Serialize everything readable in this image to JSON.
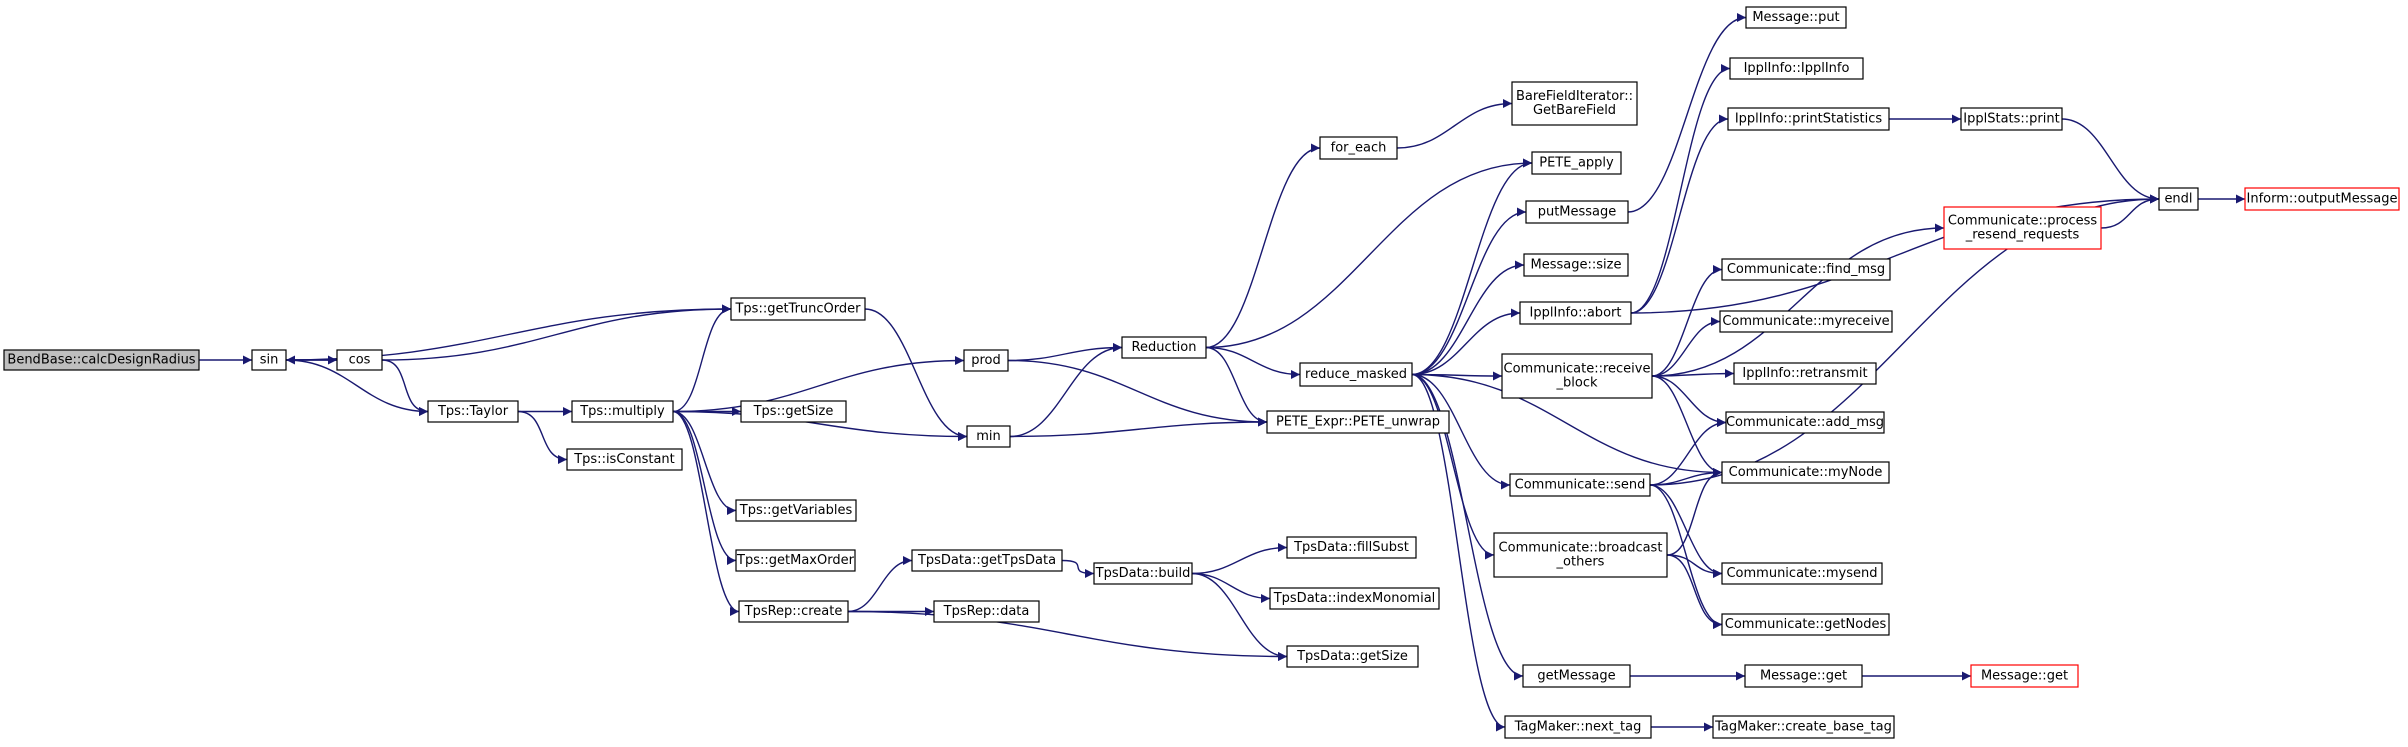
{
  "colors": {
    "edge": "#191970",
    "root_fill": "#bfbfbf",
    "highlight_border": "#ff0000",
    "node_border": "#000000"
  },
  "nodes": [
    {
      "id": "n0",
      "lines": [
        "BendBase::calcDesignRadius"
      ],
      "root": true
    },
    {
      "id": "n1",
      "lines": [
        "sin"
      ]
    },
    {
      "id": "n2",
      "lines": [
        "cos"
      ]
    },
    {
      "id": "n3",
      "lines": [
        "Tps::getTruncOrder"
      ]
    },
    {
      "id": "n4",
      "lines": [
        "Tps::Taylor"
      ]
    },
    {
      "id": "n5",
      "lines": [
        "Tps::multiply"
      ]
    },
    {
      "id": "n6",
      "lines": [
        "Tps::isConstant"
      ]
    },
    {
      "id": "n7",
      "lines": [
        "Tps::getSize"
      ]
    },
    {
      "id": "n8",
      "lines": [
        "Tps::getVariables"
      ]
    },
    {
      "id": "n9",
      "lines": [
        "Tps::getMaxOrder"
      ]
    },
    {
      "id": "n10",
      "lines": [
        "TpsRep::create"
      ]
    },
    {
      "id": "n11",
      "lines": [
        "prod"
      ]
    },
    {
      "id": "n12",
      "lines": [
        "min"
      ]
    },
    {
      "id": "n13",
      "lines": [
        "TpsData::getTpsData"
      ]
    },
    {
      "id": "n14",
      "lines": [
        "TpsRep::data"
      ]
    },
    {
      "id": "n15",
      "lines": [
        "TpsData::build"
      ]
    },
    {
      "id": "n16",
      "lines": [
        "TpsData::fillSubst"
      ]
    },
    {
      "id": "n17",
      "lines": [
        "TpsData::indexMonomial"
      ]
    },
    {
      "id": "n18",
      "lines": [
        "TpsData::getSize"
      ]
    },
    {
      "id": "n19",
      "lines": [
        "Reduction"
      ]
    },
    {
      "id": "n20",
      "lines": [
        "for_each"
      ]
    },
    {
      "id": "n21",
      "lines": [
        "BareFieldIterator::",
        "GetBareField"
      ]
    },
    {
      "id": "n22",
      "lines": [
        "reduce_masked"
      ]
    },
    {
      "id": "n23",
      "lines": [
        "PETE_Expr::PETE_unwrap"
      ]
    },
    {
      "id": "n24",
      "lines": [
        "PETE_apply"
      ]
    },
    {
      "id": "n25",
      "lines": [
        "putMessage"
      ]
    },
    {
      "id": "n26",
      "lines": [
        "Message::size"
      ]
    },
    {
      "id": "n27",
      "lines": [
        "IpplInfo::abort"
      ]
    },
    {
      "id": "n28",
      "lines": [
        "Communicate::receive",
        "_block"
      ]
    },
    {
      "id": "n29",
      "lines": [
        "Communicate::send"
      ]
    },
    {
      "id": "n30",
      "lines": [
        "Communicate::broadcast",
        "_others"
      ]
    },
    {
      "id": "n31",
      "lines": [
        "getMessage"
      ]
    },
    {
      "id": "n32",
      "lines": [
        "TagMaker::next_tag"
      ]
    },
    {
      "id": "n33",
      "lines": [
        "Message::put"
      ]
    },
    {
      "id": "n34",
      "lines": [
        "IpplInfo::IpplInfo"
      ]
    },
    {
      "id": "n35",
      "lines": [
        "IpplInfo::printStatistics"
      ]
    },
    {
      "id": "n36",
      "lines": [
        "IpplStats::print"
      ]
    },
    {
      "id": "n37",
      "lines": [
        "Communicate::process",
        "_resend_requests"
      ],
      "highlight": true
    },
    {
      "id": "n38",
      "lines": [
        "Communicate::find_msg"
      ]
    },
    {
      "id": "n39",
      "lines": [
        "Communicate::myreceive"
      ]
    },
    {
      "id": "n40",
      "lines": [
        "IpplInfo::retransmit"
      ]
    },
    {
      "id": "n41",
      "lines": [
        "Communicate::add_msg"
      ]
    },
    {
      "id": "n42",
      "lines": [
        "Communicate::myNode"
      ]
    },
    {
      "id": "n43",
      "lines": [
        "Communicate::mysend"
      ]
    },
    {
      "id": "n44",
      "lines": [
        "Communicate::getNodes"
      ]
    },
    {
      "id": "n45",
      "lines": [
        "Message::get"
      ]
    },
    {
      "id": "n46",
      "lines": [
        "TagMaker::create_base_tag"
      ]
    },
    {
      "id": "n47",
      "lines": [
        "endl"
      ]
    },
    {
      "id": "n48",
      "lines": [
        "Inform::outputMessage"
      ],
      "highlight": true
    },
    {
      "id": "n49",
      "lines": [
        "Message::get"
      ],
      "highlight": true
    }
  ],
  "edges": [
    [
      "n0",
      "n1"
    ],
    [
      "n1",
      "n2"
    ],
    [
      "n1",
      "n3"
    ],
    [
      "n1",
      "n4"
    ],
    [
      "n2",
      "n1"
    ],
    [
      "n2",
      "n3"
    ],
    [
      "n2",
      "n4"
    ],
    [
      "n3",
      "n12"
    ],
    [
      "n4",
      "n5"
    ],
    [
      "n4",
      "n6"
    ],
    [
      "n5",
      "n3"
    ],
    [
      "n5",
      "n7"
    ],
    [
      "n5",
      "n8"
    ],
    [
      "n5",
      "n9"
    ],
    [
      "n5",
      "n10"
    ],
    [
      "n5",
      "n11"
    ],
    [
      "n5",
      "n12"
    ],
    [
      "n10",
      "n13"
    ],
    [
      "n10",
      "n14"
    ],
    [
      "n10",
      "n18"
    ],
    [
      "n13",
      "n15"
    ],
    [
      "n15",
      "n16"
    ],
    [
      "n15",
      "n17"
    ],
    [
      "n15",
      "n18"
    ],
    [
      "n11",
      "n19"
    ],
    [
      "n11",
      "n23"
    ],
    [
      "n12",
      "n19"
    ],
    [
      "n12",
      "n23"
    ],
    [
      "n19",
      "n20"
    ],
    [
      "n19",
      "n22"
    ],
    [
      "n19",
      "n23"
    ],
    [
      "n19",
      "n24"
    ],
    [
      "n20",
      "n21"
    ],
    [
      "n22",
      "n24"
    ],
    [
      "n22",
      "n25"
    ],
    [
      "n22",
      "n26"
    ],
    [
      "n22",
      "n27"
    ],
    [
      "n22",
      "n28"
    ],
    [
      "n22",
      "n29"
    ],
    [
      "n22",
      "n30"
    ],
    [
      "n22",
      "n31"
    ],
    [
      "n22",
      "n32"
    ],
    [
      "n22",
      "n42"
    ],
    [
      "n25",
      "n33"
    ],
    [
      "n27",
      "n34"
    ],
    [
      "n27",
      "n35"
    ],
    [
      "n27",
      "n47"
    ],
    [
      "n35",
      "n36"
    ],
    [
      "n36",
      "n47"
    ],
    [
      "n28",
      "n37"
    ],
    [
      "n28",
      "n38"
    ],
    [
      "n28",
      "n39"
    ],
    [
      "n28",
      "n40"
    ],
    [
      "n28",
      "n41"
    ],
    [
      "n28",
      "n42"
    ],
    [
      "n29",
      "n41"
    ],
    [
      "n29",
      "n42"
    ],
    [
      "n29",
      "n43"
    ],
    [
      "n29",
      "n44"
    ],
    [
      "n29",
      "n47"
    ],
    [
      "n30",
      "n42"
    ],
    [
      "n30",
      "n43"
    ],
    [
      "n30",
      "n44"
    ],
    [
      "n31",
      "n45"
    ],
    [
      "n32",
      "n46"
    ],
    [
      "n37",
      "n47"
    ],
    [
      "n45",
      "n49"
    ],
    [
      "n47",
      "n48"
    ]
  ]
}
